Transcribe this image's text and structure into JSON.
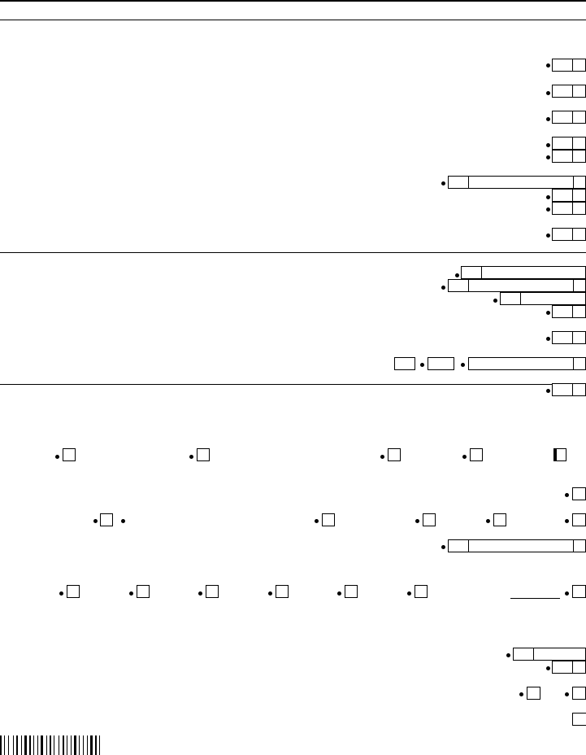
{
  "form": {
    "sections": [
      "section-1",
      "section-2",
      "section-3"
    ],
    "colors": {
      "ink": "#000000",
      "paper": "#ffffff"
    },
    "barcode": {
      "icon": "barcode-icon"
    }
  }
}
